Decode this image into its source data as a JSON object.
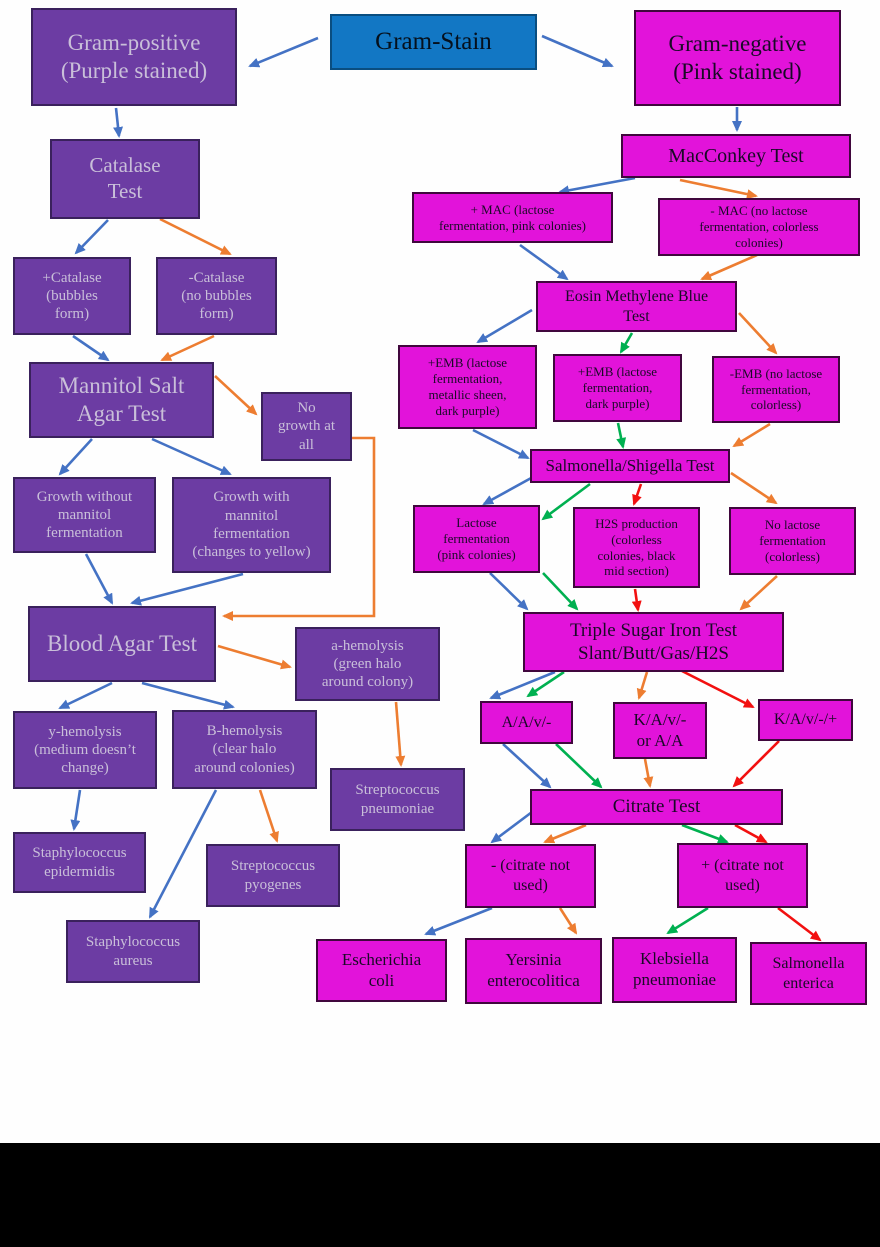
{
  "title": "Gram stain bacterial identification flowchart",
  "colors": {
    "purple_box": "#6c3ca3",
    "magenta_box": "#e213da",
    "blue_box": "#1277c4",
    "purple_text": "#c9bfd9",
    "arrow_blue": "#4472c4",
    "arrow_orange": "#ed7d31",
    "arrow_green": "#00b050",
    "arrow_red": "#f21010",
    "footer_bar": "#000000"
  },
  "nodes": {
    "gram_stain": "Gram-Stain",
    "gram_positive": "Gram-positive\n(Purple stained)",
    "gram_negative": "Gram-negative\n(Pink stained)",
    "catalase_test": "Catalase\nTest",
    "catalase_pos": "+Catalase\n(bubbles\nform)",
    "catalase_neg": "-Catalase\n(no bubbles\nform)",
    "mannitol_test": "Mannitol Salt\nAgar Test",
    "no_growth": "No\ngrowth at\nall",
    "growth_without": "Growth without\nmannitol\nfermentation",
    "growth_with": "Growth with\nmannitol\nfermentation\n(changes to yellow)",
    "blood_agar": "Blood Agar Test",
    "alpha_hemolysis": "a-hemolysis\n(green halo\naround colony)",
    "gamma_hemolysis": "y-hemolysis\n(medium doesn’t\nchange)",
    "beta_hemolysis": "B-hemolysis\n(clear halo\naround colonies)",
    "strep_pneumoniae": "Streptococcus\npneumoniae",
    "staph_epidermidis": "Staphylococcus\nepidermidis",
    "strep_pyogenes": "Streptococcus\npyogenes",
    "staph_aureus": "Staphylococcus\naureus",
    "macconkey_test": "MacConkey Test",
    "mac_pos": "+ MAC (lactose\nfermentation, pink colonies)",
    "mac_neg": "- MAC (no lactose\nfermentation, colorless\ncolonies)",
    "emb_test": "Eosin Methylene Blue\nTest",
    "emb_pos_sheen": "+EMB (lactose\nfermentation,\nmetallic sheen,\ndark purple)",
    "emb_pos_purple": "+EMB (lactose\nfermentation,\ndark purple)",
    "emb_neg": "-EMB (no lactose\nfermentation,\ncolorless)",
    "ss_test": "Salmonella/Shigella Test",
    "lactose_ferm": "Lactose\nfermentation\n(pink colonies)",
    "h2s_prod": "H2S production\n(colorless\ncolonies, black\nmid section)",
    "no_lactose": "No lactose\nfermentation\n(colorless)",
    "tsi_test": "Triple Sugar Iron Test\nSlant/Butt/Gas/H2S",
    "result_aav": "A/A/v/-",
    "result_kav_aa": "K/A/v/-\nor A/A",
    "result_kav2": "K/A/v/-/+",
    "citrate_test": "Citrate Test",
    "citrate_neg": "- (citrate not\nused)",
    "citrate_pos": "+ (citrate not\nused)",
    "e_coli": "Escherichia\ncoli",
    "yersinia": "Yersinia\nenterocolitica",
    "klebsiella": "Klebsiella\npneumoniae",
    "salmonella": "Salmonella\nenterica"
  }
}
